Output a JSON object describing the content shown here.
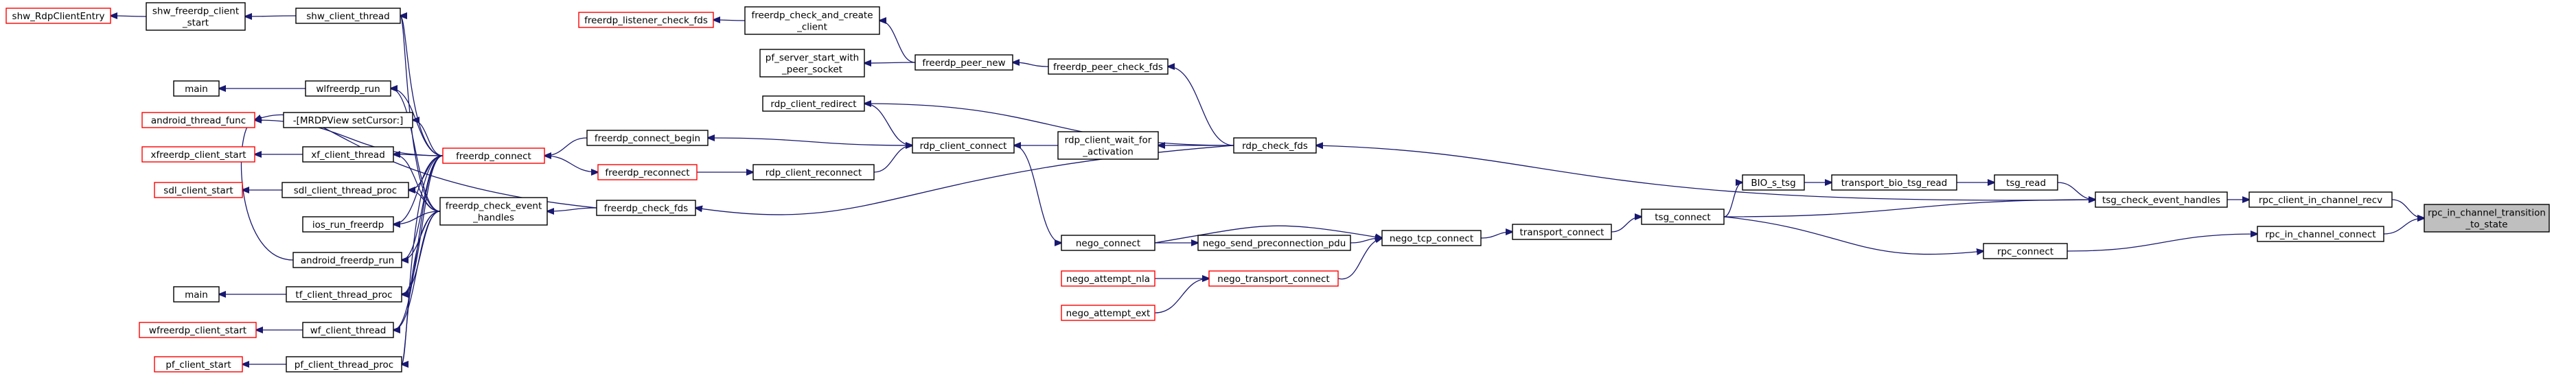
{
  "nodes": [
    {
      "id": "focus",
      "lines": [
        "rpc_in_channel_transition",
        "_to_state"
      ],
      "style": "focus"
    },
    {
      "id": "rpc_client_in_channel_recv",
      "lines": [
        "rpc_client_in_channel_recv"
      ],
      "style": "normal"
    },
    {
      "id": "rpc_in_channel_connect",
      "lines": [
        "rpc_in_channel_connect"
      ],
      "style": "normal"
    },
    {
      "id": "tsg_check_event_handles",
      "lines": [
        "tsg_check_event_handles"
      ],
      "style": "normal"
    },
    {
      "id": "rpc_connect",
      "lines": [
        "rpc_connect"
      ],
      "style": "normal"
    },
    {
      "id": "tsg_read",
      "lines": [
        "tsg_read"
      ],
      "style": "normal"
    },
    {
      "id": "tsg_connect",
      "lines": [
        "tsg_connect"
      ],
      "style": "normal"
    },
    {
      "id": "transport_bio_tsg_read",
      "lines": [
        "transport_bio_tsg_read"
      ],
      "style": "normal"
    },
    {
      "id": "BIO_s_tsg",
      "lines": [
        "BIO_s_tsg"
      ],
      "style": "normal"
    },
    {
      "id": "transport_connect",
      "lines": [
        "transport_connect"
      ],
      "style": "normal"
    },
    {
      "id": "nego_tcp_connect",
      "lines": [
        "nego_tcp_connect"
      ],
      "style": "normal"
    },
    {
      "id": "nego_send_preconnection_pdu",
      "lines": [
        "nego_send_preconnection_pdu"
      ],
      "style": "normal"
    },
    {
      "id": "nego_transport_connect",
      "lines": [
        "nego_transport_connect"
      ],
      "style": "red"
    },
    {
      "id": "nego_connect",
      "lines": [
        "nego_connect"
      ],
      "style": "normal"
    },
    {
      "id": "nego_attempt_nla",
      "lines": [
        "nego_attempt_nla"
      ],
      "style": "red"
    },
    {
      "id": "nego_attempt_ext",
      "lines": [
        "nego_attempt_ext"
      ],
      "style": "red"
    },
    {
      "id": "rdp_check_fds",
      "lines": [
        "rdp_check_fds"
      ],
      "style": "normal"
    },
    {
      "id": "freerdp_peer_check_fds",
      "lines": [
        "freerdp_peer_check_fds"
      ],
      "style": "normal"
    },
    {
      "id": "rdp_client_wait_for_activation",
      "lines": [
        "rdp_client_wait_for",
        "_activation"
      ],
      "style": "normal"
    },
    {
      "id": "rdp_client_connect",
      "lines": [
        "rdp_client_connect"
      ],
      "style": "normal"
    },
    {
      "id": "rdp_client_redirect",
      "lines": [
        "rdp_client_redirect"
      ],
      "style": "normal"
    },
    {
      "id": "rdp_client_reconnect",
      "lines": [
        "rdp_client_reconnect"
      ],
      "style": "normal"
    },
    {
      "id": "freerdp_peer_new",
      "lines": [
        "freerdp_peer_new"
      ],
      "style": "normal"
    },
    {
      "id": "freerdp_check_and_create_client",
      "lines": [
        "freerdp_check_and_create",
        "_client"
      ],
      "style": "normal"
    },
    {
      "id": "pf_server_start_with_peer_socket",
      "lines": [
        "pf_server_start_with",
        "_peer_socket"
      ],
      "style": "normal"
    },
    {
      "id": "freerdp_listener_check_fds",
      "lines": [
        "freerdp_listener_check_fds"
      ],
      "style": "red"
    },
    {
      "id": "freerdp_connect_begin",
      "lines": [
        "freerdp_connect_begin"
      ],
      "style": "normal"
    },
    {
      "id": "freerdp_reconnect",
      "lines": [
        "freerdp_reconnect"
      ],
      "style": "red"
    },
    {
      "id": "freerdp_check_fds",
      "lines": [
        "freerdp_check_fds"
      ],
      "style": "normal"
    },
    {
      "id": "freerdp_connect",
      "lines": [
        "freerdp_connect"
      ],
      "style": "red"
    },
    {
      "id": "freerdp_check_event_handles",
      "lines": [
        "freerdp_check_event",
        "_handles"
      ],
      "style": "normal"
    },
    {
      "id": "shw_client_thread",
      "lines": [
        "shw_client_thread"
      ],
      "style": "normal"
    },
    {
      "id": "shw_freerdp_client_start",
      "lines": [
        "shw_freerdp_client",
        "_start"
      ],
      "style": "normal"
    },
    {
      "id": "shw_RdpClientEntry",
      "lines": [
        "shw_RdpClientEntry"
      ],
      "style": "red"
    },
    {
      "id": "wlfreerdp_run",
      "lines": [
        "wlfreerdp_run"
      ],
      "style": "normal"
    },
    {
      "id": "main1",
      "lines": [
        "main"
      ],
      "style": "normal"
    },
    {
      "id": "android_thread_func",
      "lines": [
        "android_thread_func"
      ],
      "style": "red"
    },
    {
      "id": "mrdpview",
      "lines": [
        "-[MRDPView setCursor:]"
      ],
      "style": "normal"
    },
    {
      "id": "xf_client_thread",
      "lines": [
        "xf_client_thread"
      ],
      "style": "normal"
    },
    {
      "id": "xfreerdp_client_start",
      "lines": [
        "xfreerdp_client_start"
      ],
      "style": "red"
    },
    {
      "id": "sdl_client_thread_proc",
      "lines": [
        "sdl_client_thread_proc"
      ],
      "style": "normal"
    },
    {
      "id": "sdl_client_start",
      "lines": [
        "sdl_client_start"
      ],
      "style": "red"
    },
    {
      "id": "ios_run_freerdp",
      "lines": [
        "ios_run_freerdp"
      ],
      "style": "normal"
    },
    {
      "id": "android_freerdp_run",
      "lines": [
        "android_freerdp_run"
      ],
      "style": "normal"
    },
    {
      "id": "tf_client_thread_proc",
      "lines": [
        "tf_client_thread_proc"
      ],
      "style": "normal"
    },
    {
      "id": "main2",
      "lines": [
        "main"
      ],
      "style": "normal"
    },
    {
      "id": "wf_client_thread",
      "lines": [
        "wf_client_thread"
      ],
      "style": "normal"
    },
    {
      "id": "wfreerdp_client_start",
      "lines": [
        "wfreerdp_client_start"
      ],
      "style": "red"
    },
    {
      "id": "pf_client_thread_proc",
      "lines": [
        "pf_client_thread_proc"
      ],
      "style": "normal"
    },
    {
      "id": "pf_client_start",
      "lines": [
        "pf_client_start"
      ],
      "style": "red"
    }
  ],
  "edges": [
    [
      "rpc_client_in_channel_recv",
      "focus"
    ],
    [
      "rpc_in_channel_connect",
      "focus"
    ],
    [
      "tsg_check_event_handles",
      "rpc_client_in_channel_recv"
    ],
    [
      "rpc_connect",
      "rpc_in_channel_connect"
    ],
    [
      "tsg_read",
      "tsg_check_event_handles"
    ],
    [
      "tsg_connect",
      "tsg_check_event_handles"
    ],
    [
      "tsg_connect",
      "rpc_connect"
    ],
    [
      "transport_bio_tsg_read",
      "tsg_read"
    ],
    [
      "BIO_s_tsg",
      "transport_bio_tsg_read"
    ],
    [
      "tsg_connect",
      "BIO_s_tsg"
    ],
    [
      "transport_connect",
      "tsg_connect"
    ],
    [
      "nego_tcp_connect",
      "transport_connect"
    ],
    [
      "nego_connect",
      "nego_tcp_connect"
    ],
    [
      "nego_send_preconnection_pdu",
      "nego_tcp_connect"
    ],
    [
      "nego_transport_connect",
      "nego_tcp_connect"
    ],
    [
      "nego_connect",
      "nego_send_preconnection_pdu"
    ],
    [
      "nego_attempt_nla",
      "nego_transport_connect"
    ],
    [
      "nego_attempt_ext",
      "nego_transport_connect"
    ],
    [
      "rdp_client_connect",
      "nego_connect"
    ],
    [
      "tsg_check_event_handles",
      "rdp_check_fds"
    ],
    [
      "rdp_check_fds",
      "freerdp_peer_check_fds"
    ],
    [
      "rdp_check_fds",
      "rdp_client_redirect"
    ],
    [
      "rdp_check_fds",
      "rdp_client_wait_for_activation"
    ],
    [
      "rdp_check_fds",
      "freerdp_check_fds"
    ],
    [
      "rdp_client_wait_for_activation",
      "rdp_client_connect"
    ],
    [
      "rdp_client_redirect",
      "rdp_client_connect"
    ],
    [
      "rdp_client_reconnect",
      "rdp_client_connect"
    ],
    [
      "rdp_client_connect",
      "freerdp_connect_begin"
    ],
    [
      "freerdp_reconnect",
      "rdp_client_reconnect"
    ],
    [
      "freerdp_peer_check_fds",
      "freerdp_peer_new"
    ],
    [
      "freerdp_peer_new",
      "freerdp_check_and_create_client"
    ],
    [
      "freerdp_peer_new",
      "pf_server_start_with_peer_socket"
    ],
    [
      "freerdp_check_and_create_client",
      "freerdp_listener_check_fds"
    ],
    [
      "freerdp_connect_begin",
      "freerdp_connect"
    ],
    [
      "freerdp_connect",
      "freerdp_reconnect"
    ],
    [
      "freerdp_check_fds",
      "freerdp_check_event_handles"
    ],
    [
      "freerdp_check_fds",
      "android_thread_func"
    ],
    [
      "freerdp_connect",
      "shw_client_thread"
    ],
    [
      "freerdp_connect",
      "wlfreerdp_run"
    ],
    [
      "freerdp_connect",
      "android_thread_func"
    ],
    [
      "freerdp_connect",
      "mrdpview"
    ],
    [
      "freerdp_connect",
      "xf_client_thread"
    ],
    [
      "freerdp_connect",
      "sdl_client_thread_proc"
    ],
    [
      "freerdp_connect",
      "ios_run_freerdp"
    ],
    [
      "freerdp_connect",
      "android_freerdp_run"
    ],
    [
      "freerdp_connect",
      "tf_client_thread_proc"
    ],
    [
      "freerdp_connect",
      "wf_client_thread"
    ],
    [
      "freerdp_connect",
      "pf_client_thread_proc"
    ],
    [
      "freerdp_check_event_handles",
      "shw_client_thread"
    ],
    [
      "freerdp_check_event_handles",
      "wlfreerdp_run"
    ],
    [
      "freerdp_check_event_handles",
      "xf_client_thread"
    ],
    [
      "freerdp_check_event_handles",
      "sdl_client_thread_proc"
    ],
    [
      "freerdp_check_event_handles",
      "ios_run_freerdp"
    ],
    [
      "freerdp_check_event_handles",
      "android_freerdp_run"
    ],
    [
      "freerdp_check_event_handles",
      "tf_client_thread_proc"
    ],
    [
      "freerdp_check_event_handles",
      "wf_client_thread"
    ],
    [
      "freerdp_check_event_handles",
      "pf_client_thread_proc"
    ],
    [
      "shw_client_thread",
      "shw_freerdp_client_start"
    ],
    [
      "shw_freerdp_client_start",
      "shw_RdpClientEntry"
    ],
    [
      "wlfreerdp_run",
      "main1"
    ],
    [
      "android_freerdp_run",
      "android_thread_func"
    ],
    [
      "xf_client_thread",
      "xfreerdp_client_start"
    ],
    [
      "sdl_client_thread_proc",
      "sdl_client_start"
    ],
    [
      "tf_client_thread_proc",
      "main2"
    ],
    [
      "wf_client_thread",
      "wfreerdp_client_start"
    ],
    [
      "pf_client_thread_proc",
      "pf_client_start"
    ]
  ]
}
